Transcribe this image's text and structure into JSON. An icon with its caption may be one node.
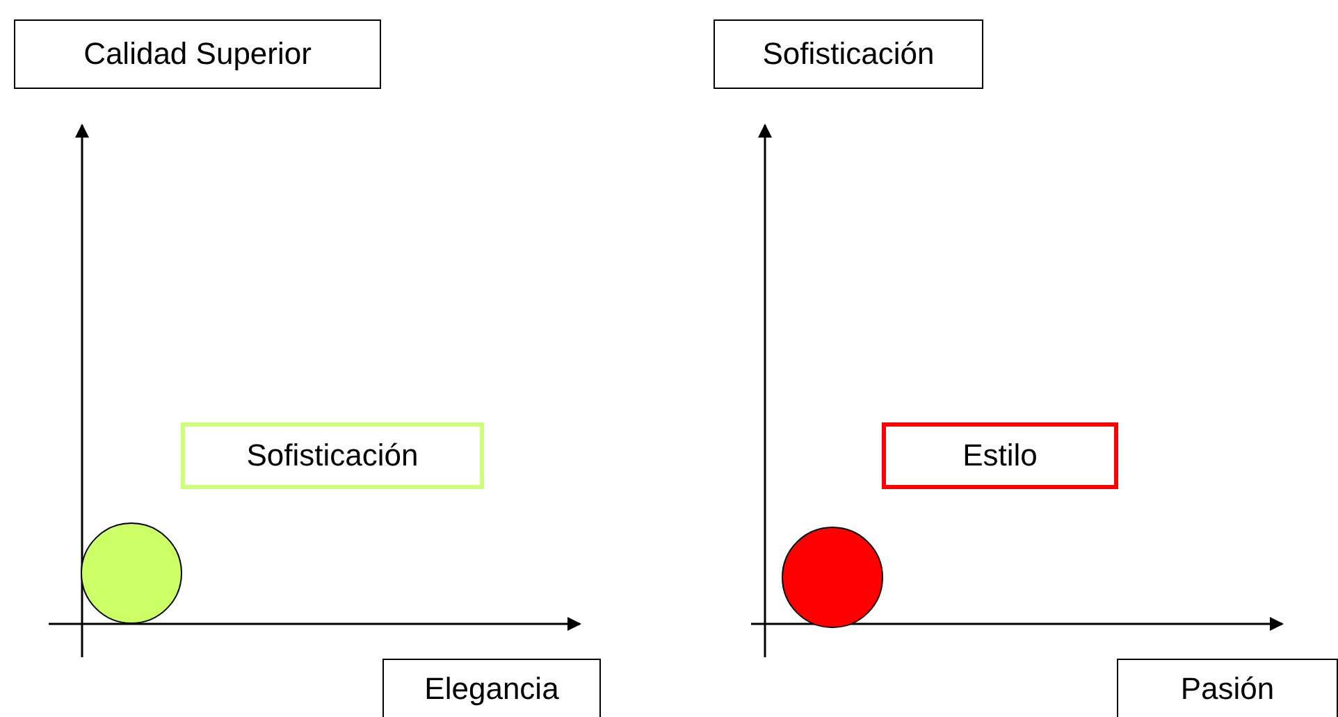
{
  "diagram": {
    "nodes": [
      {
        "text": [
          "Calidad Superior"
        ]
      },
      {
        "text": [
          "Sofisticación"
        ]
      },
      {
        "text": [],
        "shape": "circle"
      },
      {
        "text": [
          "Elegancia"
        ]
      },
      {
        "text": [
          "Sofisticación"
        ]
      },
      {
        "text": [
          "Estilo"
        ]
      },
      {
        "text": [],
        "shape": "circle"
      },
      {
        "text": [
          "Pasión"
        ]
      }
    ]
  }
}
